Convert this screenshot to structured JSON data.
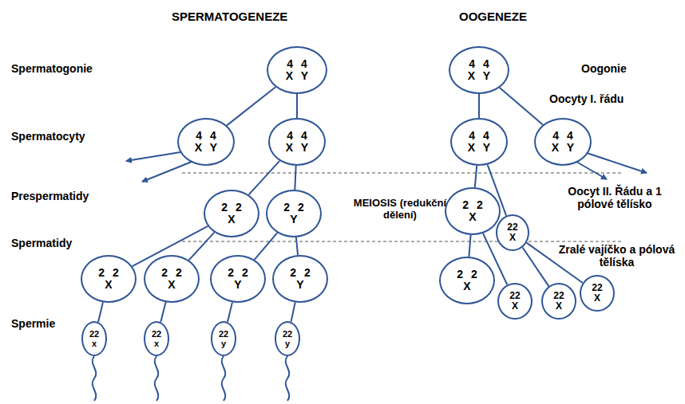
{
  "diagram": {
    "nodes": [
      {
        "text": [
          "4 4",
          "X Y"
        ]
      },
      {
        "text": [
          "4 4",
          "X Y"
        ]
      },
      {
        "text": [
          "4 4",
          "X Y"
        ]
      },
      {
        "text": [
          "2 2",
          "X"
        ]
      },
      {
        "text": [
          "2 2",
          "Y"
        ]
      },
      {
        "text": [
          "2 2",
          "X"
        ]
      },
      {
        "text": [
          "2 2",
          "X"
        ]
      },
      {
        "text": [
          "2 2",
          "Y"
        ]
      },
      {
        "text": [
          "2 2",
          "Y"
        ]
      },
      {
        "text": [
          "22",
          "x"
        ]
      },
      {
        "text": [
          "22",
          "x"
        ]
      },
      {
        "text": [
          "22",
          "y"
        ]
      },
      {
        "text": [
          "22",
          "y"
        ]
      },
      {
        "text": [
          "4 4",
          "X Y"
        ]
      },
      {
        "text": [
          "4 4",
          "X Y"
        ]
      },
      {
        "text": [
          "4 4",
          "X Y"
        ]
      },
      {
        "text": [
          "2 2",
          "X"
        ]
      },
      {
        "text": [
          "22",
          "X"
        ]
      },
      {
        "text": [
          "2 2",
          "X"
        ]
      },
      {
        "text": [
          "22",
          "X"
        ]
      },
      {
        "text": [
          "22",
          "X"
        ]
      },
      {
        "text": [
          "22",
          "X"
        ]
      }
    ],
    "edges": [
      {
        "from": 0,
        "to": 1,
        "arrow": "none"
      },
      {
        "from": 0,
        "to": 2,
        "arrow": "none"
      },
      {
        "from": 2,
        "to": 3,
        "arrow": "none"
      },
      {
        "from": 2,
        "to": 4,
        "arrow": "none"
      },
      {
        "from": 3,
        "to": 5,
        "arrow": "none"
      },
      {
        "from": 3,
        "to": 6,
        "arrow": "none"
      },
      {
        "from": 4,
        "to": 7,
        "arrow": "none"
      },
      {
        "from": 4,
        "to": 8,
        "arrow": "none"
      },
      {
        "from": 5,
        "to": 9,
        "arrow": "none"
      },
      {
        "from": 6,
        "to": 10,
        "arrow": "none"
      },
      {
        "from": 7,
        "to": 11,
        "arrow": "none"
      },
      {
        "from": 8,
        "to": 12,
        "arrow": "none"
      },
      {
        "from": 13,
        "to": 14,
        "arrow": "none"
      },
      {
        "from": 13,
        "to": 15,
        "arrow": "none"
      },
      {
        "from": 14,
        "to": 16,
        "arrow": "none"
      },
      {
        "from": 14,
        "to": 17,
        "arrow": "none"
      },
      {
        "from": 16,
        "to": 18,
        "arrow": "none"
      },
      {
        "from": 16,
        "to": 19,
        "arrow": "none"
      },
      {
        "from": 17,
        "to": 20,
        "arrow": "none"
      },
      {
        "from": 17,
        "to": 21,
        "arrow": "none"
      }
    ],
    "labels": [
      "SPERMATOGENEZE",
      "OOGENEZE",
      "Spermatogonie",
      "Spermatocyty",
      "Prespermatidy",
      "Spermatidy",
      "Spermie",
      "MEIOSIS (redukční dělení)",
      "Oogonie",
      "Oocyty I. řádu",
      "Oocyt II. Řádu a 1 pólové tělísko",
      "Zralé vajíčko a pólová tělíska"
    ]
  }
}
